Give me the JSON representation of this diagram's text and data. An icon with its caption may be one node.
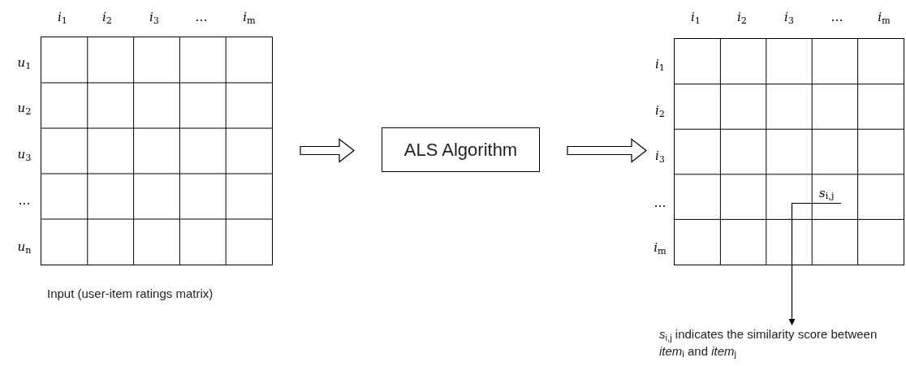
{
  "diagram": {
    "nodes": [
      {
        "text": [],
        "shape": "grid",
        "beside": [
          "Input (user-item ratings matrix)"
        ]
      },
      {
        "text": [
          "ALS Algorithm"
        ]
      },
      {
        "text": [],
        "shape": "grid"
      },
      {
        "text": [
          "*s*$_{i,j}$"
        ],
        "in": 2
      },
      {
        "text": [
          "*s*$_{i,j}$ indicates the similarity score between *item*$_{i}$ and *item*$_{j}$"
        ]
      }
    ],
    "edges": [
      {
        "from": 0,
        "to": 1,
        "arrow": "to",
        "style": "thick"
      },
      {
        "from": 1,
        "to": 2,
        "arrow": "to",
        "style": "thick"
      },
      {
        "from": 3,
        "to": 4,
        "arrow": "to"
      }
    ],
    "labels": [
      "*i*$_{1}$",
      "*i*$_{2}$",
      "*i*$_{3}$",
      "…",
      "*i*$_{m}$",
      "*u*$_{1}$",
      "*u*$_{2}$",
      "*u*$_{3}$",
      "…",
      "*u*$_{n}$",
      "*i*$_{1}$",
      "*i*$_{2}$",
      "*i*$_{3}$",
      "…",
      "*i*$_{m}$",
      "*i*$_{1}$",
      "*i*$_{2}$",
      "*i*$_{3}$",
      "…",
      "*i*$_{m}$"
    ]
  }
}
